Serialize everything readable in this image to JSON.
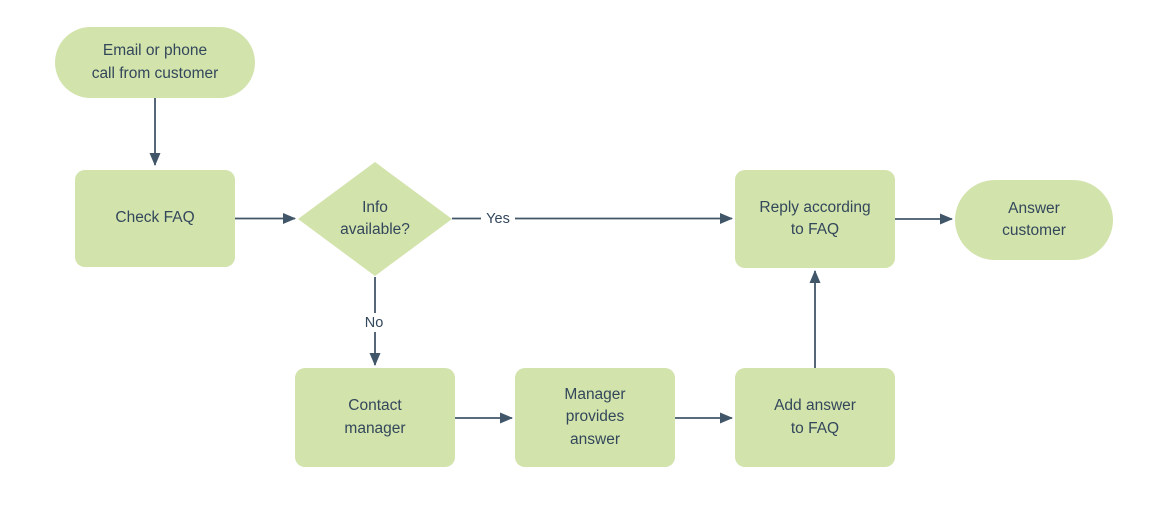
{
  "diagram": {
    "type": "flowchart",
    "nodes": {
      "start": {
        "label": "Email or phone\ncall from customer",
        "shape": "terminator"
      },
      "check_faq": {
        "label": "Check FAQ",
        "shape": "process"
      },
      "decision": {
        "label": "Info\navailable?",
        "shape": "decision"
      },
      "reply": {
        "label": "Reply according\nto FAQ",
        "shape": "process"
      },
      "answer": {
        "label": "Answer\ncustomer",
        "shape": "terminator"
      },
      "contact": {
        "label": "Contact\nmanager",
        "shape": "process"
      },
      "provides": {
        "label": "Manager\nprovides\nanswer",
        "shape": "process"
      },
      "add_faq": {
        "label": "Add answer\nto FAQ",
        "shape": "process"
      }
    },
    "edge_labels": {
      "yes": "Yes",
      "no": "No"
    },
    "edges": [
      "start -> check_faq",
      "check_faq -> decision",
      "decision -> reply (Yes)",
      "decision -> contact (No)",
      "contact -> provides",
      "provides -> add_faq",
      "add_faq -> reply",
      "reply -> answer"
    ],
    "colors": {
      "node_fill": "#d2e3ac",
      "text": "#33475b",
      "line": "#42566a",
      "background": "#ffffff"
    }
  }
}
